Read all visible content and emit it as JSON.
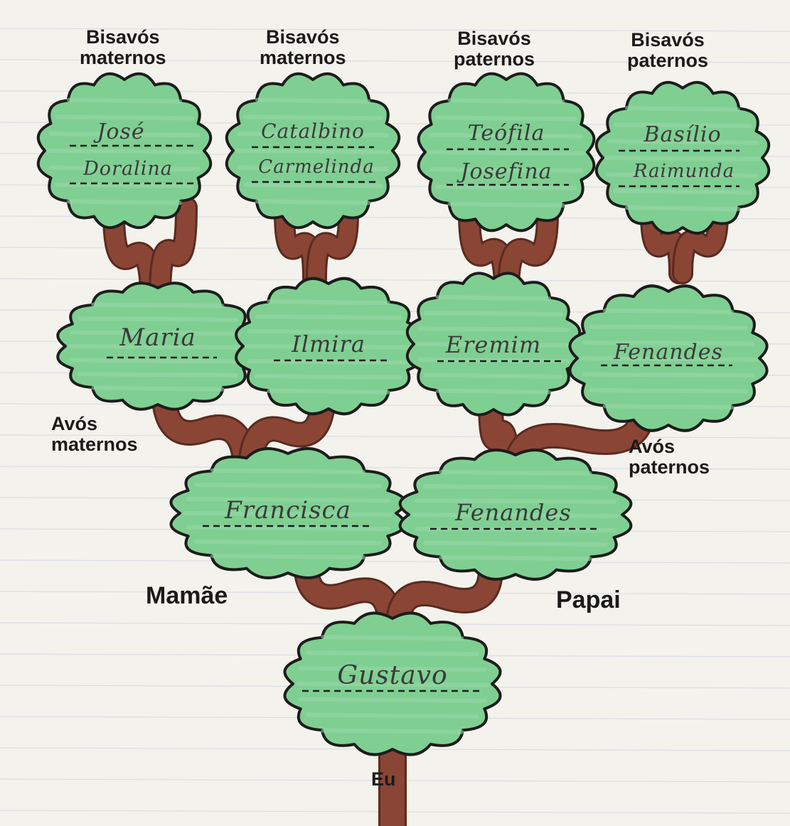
{
  "labels": {
    "great_grandparents_maternal_1": [
      "Bisavós",
      "maternos"
    ],
    "great_grandparents_maternal_2": [
      "Bisavós",
      "maternos"
    ],
    "great_grandparents_paternal_1": [
      "Bisavós",
      "paternos"
    ],
    "great_grandparents_paternal_2": [
      "Bisavós",
      "paternos"
    ],
    "grandparents_maternal": [
      "Avós",
      "maternos"
    ],
    "grandparents_paternal": [
      "Avós",
      "paternos"
    ],
    "mom": "Mamãe",
    "dad": "Papai",
    "me": "Eu"
  },
  "names": {
    "ggp1_top": "José",
    "ggp1_bottom": "Doralina",
    "ggp2_top": "Catalbino",
    "ggp2_bottom": "Carmelinda",
    "ggp3_top": "Teófila",
    "ggp3_bottom": "Josefina",
    "ggp4_top": "Basílio",
    "ggp4_bottom": "Raimunda",
    "gp1": "Maria",
    "gp2": "Ilmira",
    "gp3": "Eremim",
    "gp4": "Fenandes",
    "mom_name": "Francisca",
    "dad_name": "Fenandes",
    "me_name": "Gustavo"
  },
  "colors": {
    "paper": "#f4f2ec",
    "paper_lines": "#d8dde6",
    "foliage": "#7fcf92",
    "foliage_outline": "#1c1c1c",
    "trunk": "#8a4535",
    "trunk_dark": "#5a2a20"
  }
}
